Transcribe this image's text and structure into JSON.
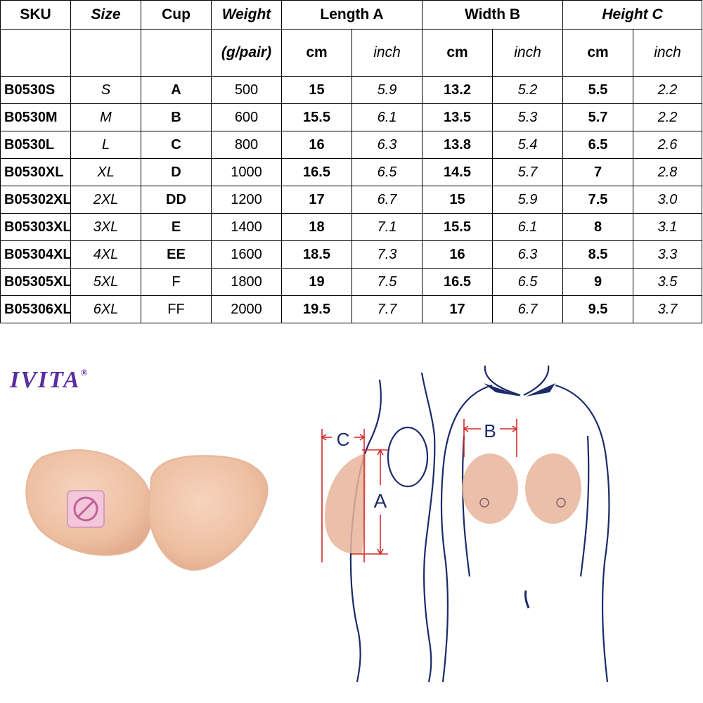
{
  "table": {
    "headers": {
      "sku": "SKU",
      "size": "Size",
      "cup": "Cup",
      "weight": "Weight",
      "length": "Length A",
      "width": "Width B",
      "height": "Height C"
    },
    "subheaders": {
      "weight_unit": "(g/pair)",
      "cm": "cm",
      "inch": "inch"
    },
    "rows": [
      {
        "sku": "B0530S",
        "size": "S",
        "cup": "A",
        "weight": "500",
        "len_cm": "15",
        "len_in": "5.9",
        "wid_cm": "13.2",
        "wid_in": "5.2",
        "hgt_cm": "5.5",
        "hgt_in": "2.2"
      },
      {
        "sku": "B0530M",
        "size": "M",
        "cup": "B",
        "weight": "600",
        "len_cm": "15.5",
        "len_in": "6.1",
        "wid_cm": "13.5",
        "wid_in": "5.3",
        "hgt_cm": "5.7",
        "hgt_in": "2.2"
      },
      {
        "sku": "B0530L",
        "size": "L",
        "cup": "C",
        "weight": "800",
        "len_cm": "16",
        "len_in": "6.3",
        "wid_cm": "13.8",
        "wid_in": "5.4",
        "hgt_cm": "6.5",
        "hgt_in": "2.6"
      },
      {
        "sku": "B0530XL",
        "size": "XL",
        "cup": "D",
        "weight": "1000",
        "len_cm": "16.5",
        "len_in": "6.5",
        "wid_cm": "14.5",
        "wid_in": "5.7",
        "hgt_cm": "7",
        "hgt_in": "2.8"
      },
      {
        "sku": "B05302XL",
        "size": "2XL",
        "cup": "DD",
        "weight": "1200",
        "len_cm": "17",
        "len_in": "6.7",
        "wid_cm": "15",
        "wid_in": "5.9",
        "hgt_cm": "7.5",
        "hgt_in": "3.0"
      },
      {
        "sku": "B05303XL",
        "size": "3XL",
        "cup": "E",
        "weight": "1400",
        "len_cm": "18",
        "len_in": "7.1",
        "wid_cm": "15.5",
        "wid_in": "6.1",
        "hgt_cm": "8",
        "hgt_in": "3.1"
      },
      {
        "sku": "B05304XL",
        "size": "4XL",
        "cup": "EE",
        "weight": "1600",
        "len_cm": "18.5",
        "len_in": "7.3",
        "wid_cm": "16",
        "wid_in": "6.3",
        "hgt_cm": "8.5",
        "hgt_in": "3.3"
      },
      {
        "sku": "B05305XL",
        "size": "5XL",
        "cup": "F",
        "weight": "1800",
        "len_cm": "19",
        "len_in": "7.5",
        "wid_cm": "16.5",
        "wid_in": "6.5",
        "hgt_cm": "9",
        "hgt_in": "3.5"
      },
      {
        "sku": "B05306XL",
        "size": "6XL",
        "cup": "FF",
        "weight": "2000",
        "len_cm": "19.5",
        "len_in": "7.7",
        "wid_cm": "17",
        "wid_in": "6.7",
        "hgt_cm": "9.5",
        "hgt_in": "3.7"
      }
    ]
  },
  "brand": {
    "name": "IVITA",
    "mark": "®",
    "color": "#5a2da0"
  },
  "diagram": {
    "label_a": "A",
    "label_b": "B",
    "label_c": "C",
    "line_color": "#1b2a6b",
    "measure_color": "#d42a2a",
    "skin_color": "#e8b49a"
  }
}
